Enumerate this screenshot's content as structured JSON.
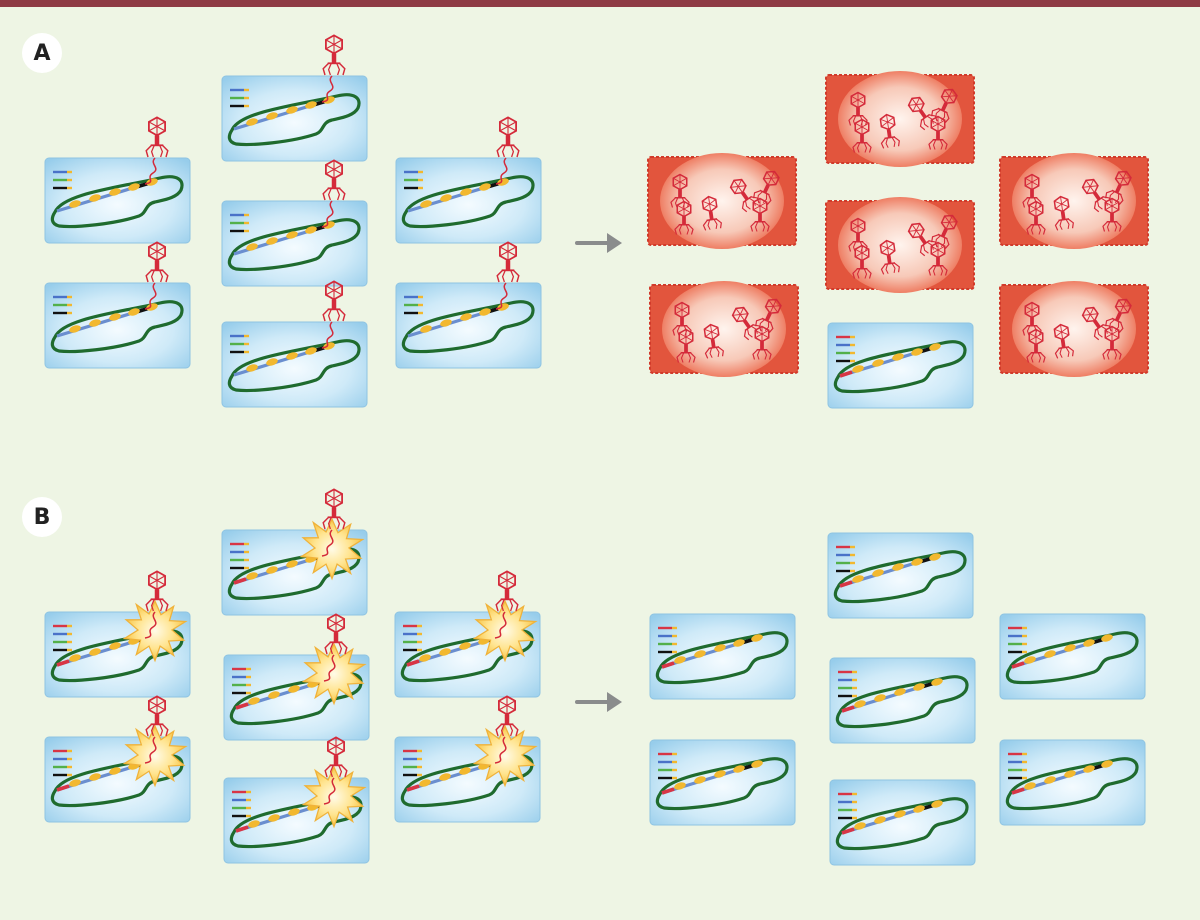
{
  "panels": [
    {
      "label": "A",
      "description_free": true,
      "left_cells": [
        {
          "crispr_spacers": [
            "blue",
            "green",
            "black"
          ],
          "phage": true,
          "defended": false
        },
        {
          "crispr_spacers": [
            "blue",
            "green",
            "black"
          ],
          "phage": true,
          "defended": false
        },
        {
          "crispr_spacers": [
            "blue",
            "green",
            "black"
          ],
          "phage": true,
          "defended": false
        },
        {
          "crispr_spacers": [
            "blue",
            "green",
            "black"
          ],
          "phage": true,
          "defended": false
        },
        {
          "crispr_spacers": [
            "blue",
            "green",
            "black"
          ],
          "phage": true,
          "defended": false
        },
        {
          "crispr_spacers": [
            "blue",
            "green",
            "black"
          ],
          "phage": true,
          "defended": false
        },
        {
          "crispr_spacers": [
            "blue",
            "green",
            "black"
          ],
          "phage": true,
          "defended": false
        }
      ],
      "right_cells": [
        {
          "state": "lysed"
        },
        {
          "state": "lysed"
        },
        {
          "state": "lysed"
        },
        {
          "state": "lysed"
        },
        {
          "state": "lysed"
        },
        {
          "state": "lysed"
        },
        {
          "state": "survivor",
          "crispr_spacers": [
            "red",
            "blue",
            "green",
            "black"
          ]
        }
      ]
    },
    {
      "label": "B",
      "left_cells": [
        {
          "crispr_spacers": [
            "red",
            "blue",
            "green",
            "black"
          ],
          "phage": true,
          "defended": true
        },
        {
          "crispr_spacers": [
            "red",
            "blue",
            "green",
            "black"
          ],
          "phage": true,
          "defended": true
        },
        {
          "crispr_spacers": [
            "red",
            "blue",
            "green",
            "black"
          ],
          "phage": true,
          "defended": true
        },
        {
          "crispr_spacers": [
            "red",
            "blue",
            "green",
            "black"
          ],
          "phage": true,
          "defended": true
        },
        {
          "crispr_spacers": [
            "red",
            "blue",
            "green",
            "black"
          ],
          "phage": true,
          "defended": true
        },
        {
          "crispr_spacers": [
            "red",
            "blue",
            "green",
            "black"
          ],
          "phage": true,
          "defended": true
        },
        {
          "crispr_spacers": [
            "red",
            "blue",
            "green",
            "black"
          ],
          "phage": true,
          "defended": true
        }
      ],
      "right_cells": [
        {
          "state": "survivor",
          "crispr_spacers": [
            "red",
            "blue",
            "green",
            "black"
          ]
        },
        {
          "state": "survivor",
          "crispr_spacers": [
            "red",
            "blue",
            "green",
            "black"
          ]
        },
        {
          "state": "survivor",
          "crispr_spacers": [
            "red",
            "blue",
            "green",
            "black"
          ]
        },
        {
          "state": "survivor",
          "crispr_spacers": [
            "red",
            "blue",
            "green",
            "black"
          ]
        },
        {
          "state": "survivor",
          "crispr_spacers": [
            "red",
            "blue",
            "green",
            "black"
          ]
        },
        {
          "state": "survivor",
          "crispr_spacers": [
            "red",
            "blue",
            "green",
            "black"
          ]
        },
        {
          "state": "survivor",
          "crispr_spacers": [
            "red",
            "blue",
            "green",
            "black"
          ]
        }
      ]
    }
  ],
  "colors": {
    "background": "#eef5e4",
    "top_bar": "#8e3b44",
    "cell_fill": "#a9d8f0",
    "chromosome": "#1f6b2e",
    "spacer_bead": "#f2b82f",
    "phage": "#d42a3a",
    "lysed_cell": "#e8533f",
    "burst": "#ffd56a",
    "arrow": "#8a8c8c",
    "spacer_colors": {
      "red": "#d83545",
      "blue": "#4a72c8",
      "green": "#53b04a",
      "black": "#111111"
    }
  },
  "icons": {
    "phage": "bacteriophage-icon",
    "arrow": "right-arrow-icon",
    "burst": "immune-burst-icon",
    "lysis": "lysed-cell-icon"
  }
}
